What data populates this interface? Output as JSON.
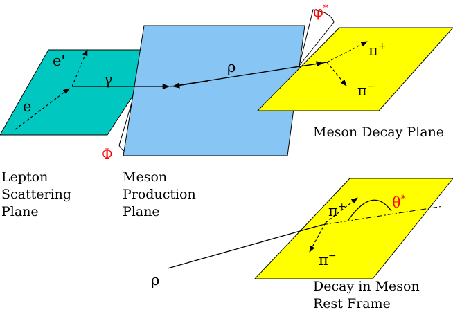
{
  "colors": {
    "lepton_plane": "#00c8c0",
    "production_plane": "#87c5f5",
    "decay_plane": "#ffff00",
    "angle_label": "#ff0000"
  },
  "particles": {
    "electron": "e",
    "electron_prime": "e'",
    "photon": "γ",
    "rho": "ρ",
    "pi_plus_symbol": "π",
    "pi_plus_sign": "+",
    "pi_minus_symbol": "π",
    "pi_minus_sign": "−",
    "rest_pi_plus_symbol": "π",
    "rest_pi_plus_sign": "+",
    "rest_pi_minus_symbol": "π",
    "rest_pi_minus_sign": "−",
    "rest_rho": "ρ"
  },
  "angles": {
    "Phi": "Φ",
    "phi_star_symbol": "φ",
    "phi_star_mark": "*",
    "theta_star_symbol": "θ",
    "theta_star_mark": "*"
  },
  "labels": {
    "lepton_plane_lines": [
      "Lepton",
      "Scattering",
      "Plane"
    ],
    "production_plane_lines": [
      "Meson",
      "Production",
      "Plane"
    ],
    "decay_plane": "Meson Decay Plane",
    "rest_frame_lines": [
      "Decay in Meson",
      "Rest Frame"
    ]
  }
}
